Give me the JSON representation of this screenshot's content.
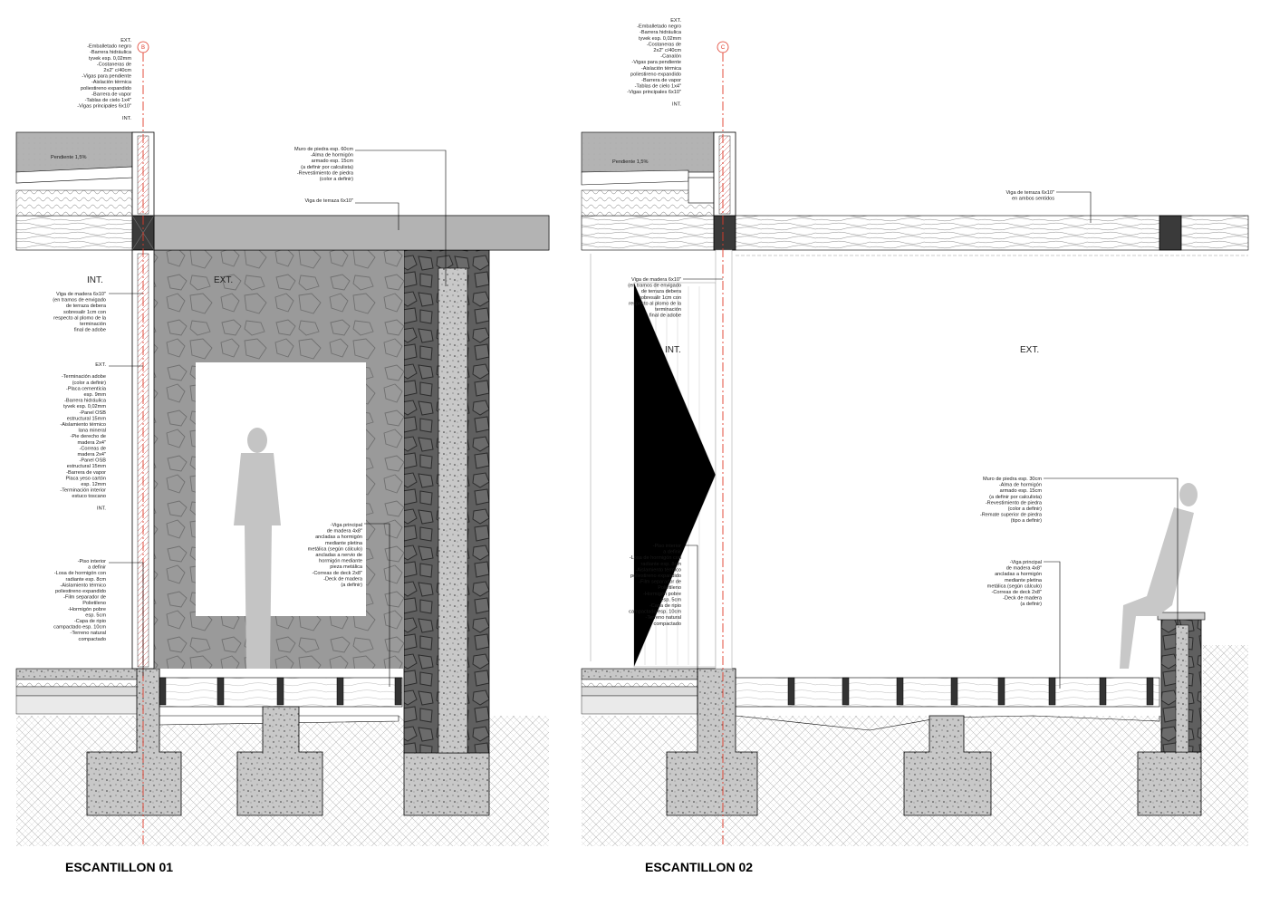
{
  "sections": [
    {
      "title": "ESCANTILLON 01",
      "axis_marker": "B",
      "space_labels": {
        "interior": "INT.",
        "exterior": "EXT."
      },
      "notes": {
        "roof": [
          "EXT.",
          "-Emballetado negro",
          "-Barrera hidráulica",
          "tyvek esp. 0,02mm",
          "-Costaneras de",
          "2x2\" c/40cm",
          "-Vigas para pendiente",
          "-Aislación térmica",
          "poliestireno expandido",
          "-Barrera de vapor",
          "-Tablas de cielo 1x4\"",
          "-Vigas principales 6x10\"",
          "",
          "INT."
        ],
        "slope": "Pendiente 1,5%",
        "stone_wall": [
          "Muro de piedra esp. 60cm",
          "-Alma de hormigón",
          "armado esp. 15cm",
          "(a definir por calculista)",
          "-Revestimiento de piedra",
          "(color a definir)"
        ],
        "terrace_beam": [
          "Viga de terraza 6x10\""
        ],
        "wood_beam": [
          "Viga de madera 6x10\"",
          "(en tramos de envigado",
          "de terraza debera",
          "sobresalir 1cm con",
          "respecto al plomo de la",
          "terminación",
          "final de adobe"
        ],
        "wall": [
          "EXT.",
          "",
          "-Terminación adobe",
          "(color a definir)",
          "-Placa cementicia",
          "esp. 9mm",
          "-Barrera hidráulica",
          "tyvek esp. 0,02mm",
          "-Panel OSB",
          "estructural 15mm",
          "-Aislamiento térmico",
          "lana mineral",
          "-Pie derecho de",
          "madera 2x4\"",
          "-Correas de",
          "madera 2x4\"",
          "-Panel OSB",
          "estructural 15mm",
          "-Barrera de vapor",
          "Placa yeso cartón",
          "esp. 12mm",
          "-Terminación interior",
          "estuco toscano",
          "",
          "INT."
        ],
        "floor": [
          "-Piso interior",
          "a definir",
          "-Losa de hormigón con",
          "radiante esp. 8cm",
          "-Aislamiento térmico",
          "poliestireno expandido",
          "-Film separador de",
          "Polietileno",
          "-Hormigón pobre",
          "esp. 5cm",
          "-Capa de ripio",
          "campactado esp. 10cm",
          "-Terreno natural",
          "compactado"
        ],
        "deck": [
          "-Viga principal",
          "de madera 4x8\"",
          "ancladas a hormigón",
          "mediante pletina",
          "metálica (según cálculo)",
          "ancladas a nervio de",
          "hormigón mediante",
          "pieza metálica",
          "-Correas de deck 2x8\"",
          "-Deck de madera",
          "(a definir)"
        ]
      }
    },
    {
      "title": "ESCANTILLON 02",
      "axis_marker": "C",
      "space_labels": {
        "interior": "INT.",
        "exterior": "EXT."
      },
      "notes": {
        "roof": [
          "EXT.",
          "-Emballetado negro",
          "-Barrera hidráulica",
          "tyvek esp. 0,02mm",
          "-Costaneras de",
          "2x2\" c/40cm",
          "-Canalón",
          "-Vigas para pendiente",
          "-Aislación térmica",
          "poliestireno expandido",
          "-Barrera de vapor",
          "-Tablas de cielo 1x4\"",
          "-Vigas principales 6x10\"",
          "",
          "INT."
        ],
        "slope": "Pendiente 1,5%",
        "terrace_beam": [
          "Viga de terraza 6x10\"",
          "en ambos sentidos"
        ],
        "wood_beam": [
          "Viga de madera 6x10\"",
          "(en tramos de envigado",
          "de terraza debera",
          "sobresalir 1cm con",
          "respecto al plomo de la",
          "terminación",
          "final de adobe"
        ],
        "stone_wall": [
          "Muro de piedra esp. 30cm",
          "-Alma de hormigón",
          "armado esp. 15cm",
          "(a definir por calculista)",
          "-Revestimiento de piedra",
          "(color a definir)",
          "-Remate superior de piedra",
          "(tipo a definir)"
        ],
        "deck": [
          "-Viga principal",
          "de madera 4x8\"",
          "ancladas a hormigón",
          "mediante pletina",
          "metálica (según cálculo)",
          "-Correas de deck 2x8\"",
          "-Deck de madera",
          "(a definir)"
        ],
        "floor": [
          "-Piso interior",
          "a definir",
          "-Losa de hormigón con",
          "radiante esp. 8cm",
          "-Aislamiento térmico",
          "poliestireno expandido",
          "-Film separador de",
          "Polietileno",
          "-Hormigón pobre",
          "esp. 5cm",
          "-Capa de ripio",
          "campactado esp. 10cm",
          "-Terreno natural",
          "compactado"
        ]
      }
    }
  ],
  "colors": {
    "axis_line": "#e03a2a",
    "stone_fill": "#9a9a9a",
    "stone_dark": "#5f5f5f",
    "roof_fill": "#b3b3b3",
    "concrete": "#c8c8c8",
    "ground_line": "#bdbdbd"
  }
}
